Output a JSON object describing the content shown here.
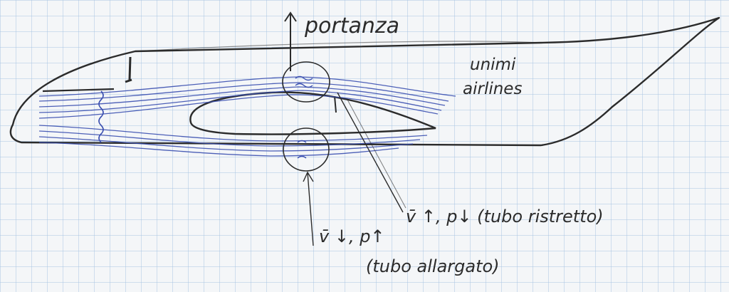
{
  "labels": {
    "lift": "portanza",
    "airline_line1": "unimi",
    "airline_line2": "airlines",
    "upper_note": "v̄ ↑, p↓ (tubo ristretto)",
    "lower_note_line1": "v̄ ↓, p↑",
    "lower_note_line2": "(tubo allargato)"
  },
  "colors": {
    "paper": "#f4f6f8",
    "grid": "#9fc0e0",
    "pencil": "#2b2b2b",
    "streamline": "#3a4fb0"
  }
}
